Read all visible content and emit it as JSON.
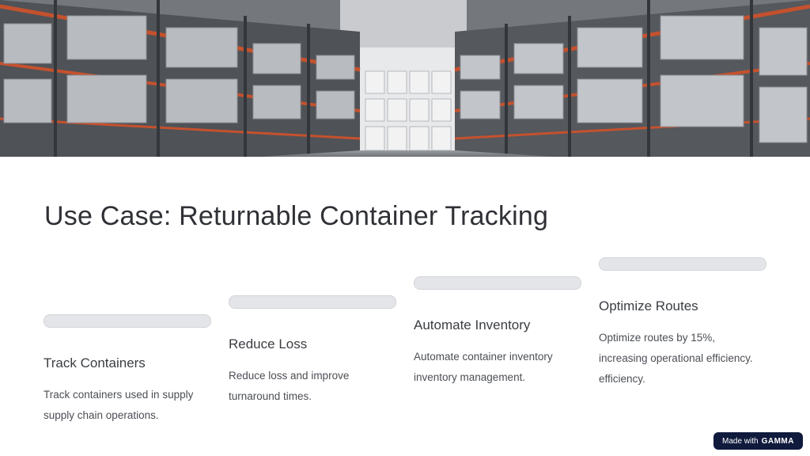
{
  "slide": {
    "title": "Use Case: Returnable Container Tracking"
  },
  "steps": [
    {
      "heading": "Track Containers",
      "description": "Track containers used in supply supply chain operations."
    },
    {
      "heading": "Reduce Loss",
      "description": "Reduce loss and improve turnaround times."
    },
    {
      "heading": "Automate Inventory",
      "description": "Automate container inventory inventory management."
    },
    {
      "heading": "Optimize Routes",
      "description": "Optimize routes by 15%, increasing operational efficiency. efficiency."
    }
  ],
  "badge": {
    "prefix": "Made with",
    "brand": "GAMMA"
  },
  "colors": {
    "rack_orange": "#c4512e",
    "badge_bg": "#0f1a3c",
    "title_text": "#2f3136"
  }
}
